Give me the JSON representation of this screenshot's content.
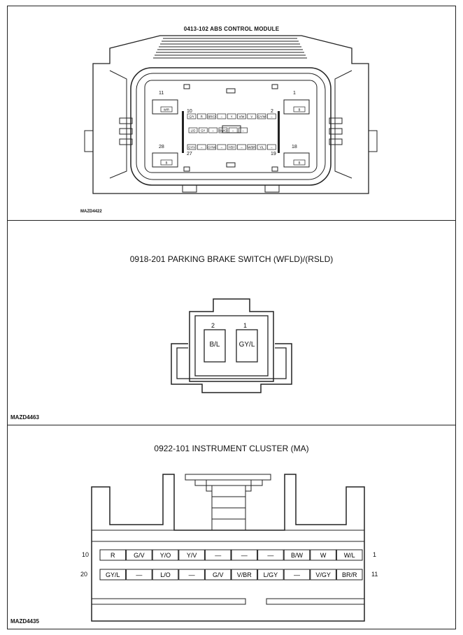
{
  "abs": {
    "title": "0413-102 ABS CONTROL MODULE",
    "code": "MAZD4422",
    "pin_numbers": {
      "p11": "11",
      "p1": "1",
      "p10": "10",
      "p2": "2",
      "p28": "28",
      "p18": "18",
      "p27": "27",
      "p19": "19"
    },
    "row1": [
      "G/Y",
      "R",
      "BR/O",
      "–",
      "Y",
      "V/W",
      "V",
      "GY/W",
      "–"
    ],
    "row2": [
      "L/O",
      "GY",
      "–",
      "BW/O",
      "–",
      "–"
    ],
    "row3": [
      "GY/V",
      "–",
      "GY/W",
      "–",
      "Y/BY",
      "–",
      "W/BR",
      "Y/L",
      "–"
    ],
    "tab_labels": {
      "tl": "W/R",
      "tr": "B",
      "bl": "B",
      "br": "B"
    }
  },
  "parking": {
    "title": "0918-201 PARKING BRAKE SWITCH (WFLD)/(RSLD)",
    "code": "MAZD4463",
    "pin_numbers": [
      "2",
      "1"
    ],
    "pins": [
      "B/L",
      "GY/L"
    ]
  },
  "cluster": {
    "title": "0922-101 INSTRUMENT CLUSTER (MA)",
    "code": "MAZD4435",
    "row1_left": "10",
    "row1_right": "1",
    "row2_left": "20",
    "row2_right": "11",
    "row1": [
      "R",
      "G/V",
      "Y/O",
      "Y/V",
      "—",
      "—",
      "—",
      "B/W",
      "W",
      "W/L"
    ],
    "row2": [
      "GY/L",
      "—",
      "L/O",
      "—",
      "G/V",
      "V/BR",
      "L/GY",
      "—",
      "V/GY",
      "BR/R"
    ]
  }
}
